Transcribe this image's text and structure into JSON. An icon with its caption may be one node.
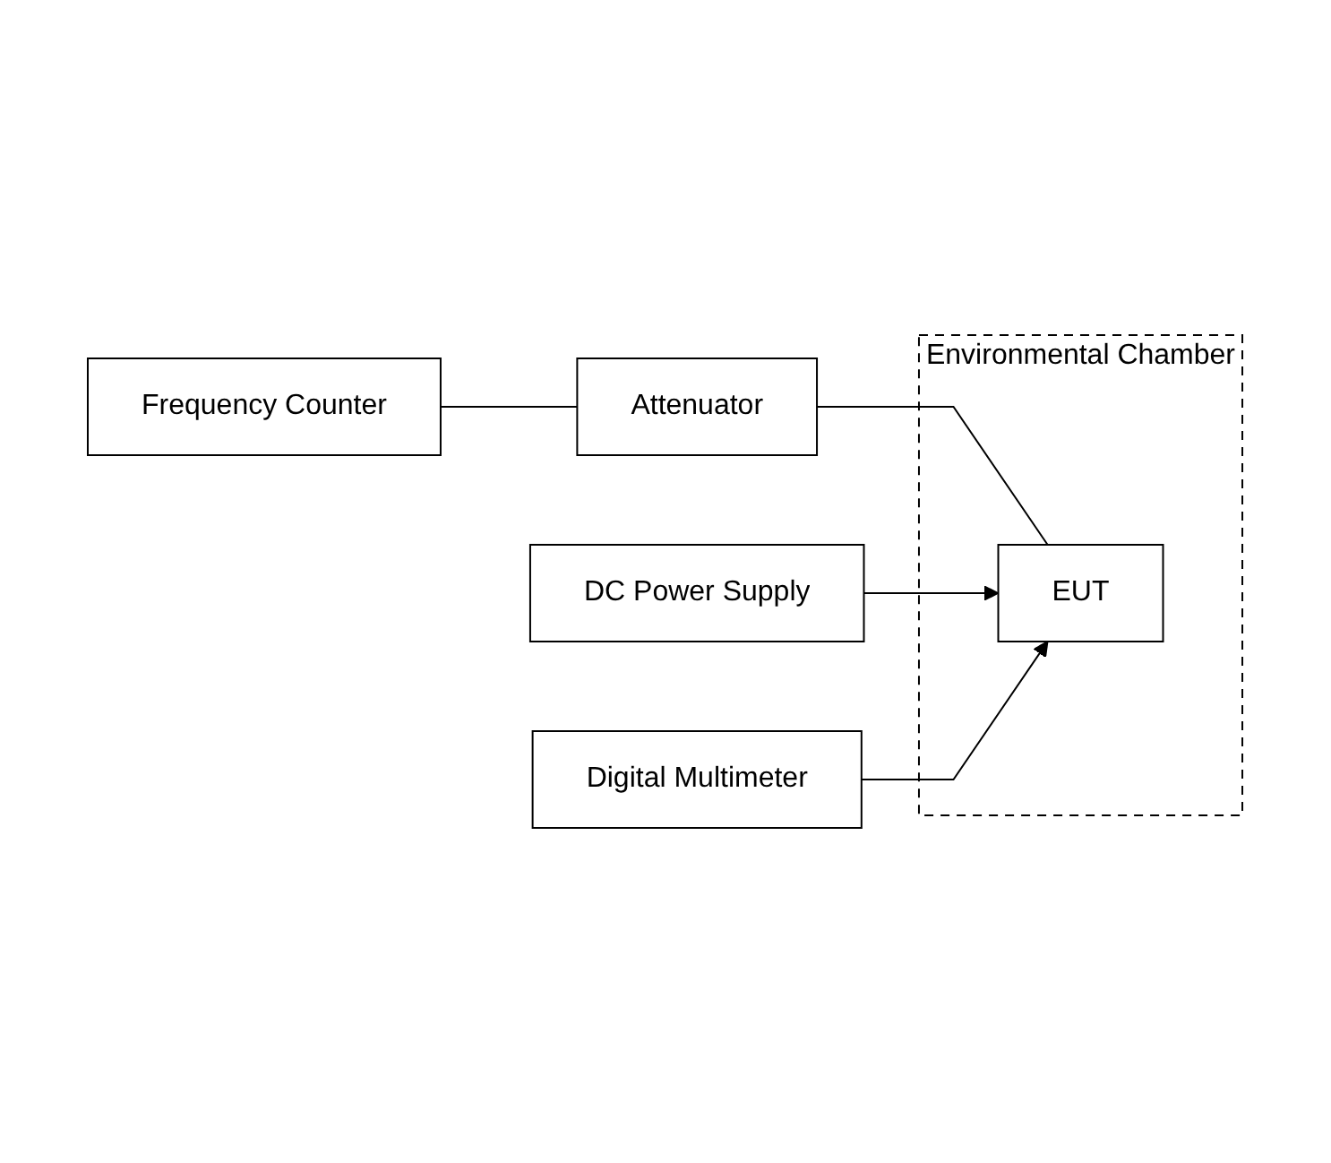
{
  "diagram": {
    "nodes": [
      {
        "text": [
          "Frequency Counter"
        ]
      },
      {
        "text": [
          "Attenuator"
        ]
      },
      {
        "text": [
          "Environmental Chamber"
        ]
      },
      {
        "text": [
          "EUT"
        ],
        "in": 2
      },
      {
        "text": [
          "DC Power Supply"
        ]
      },
      {
        "text": [
          "Digital Multimeter"
        ]
      }
    ],
    "edges": [
      {
        "from": 0,
        "to": 1,
        "arrow": "none"
      },
      {
        "from": 1,
        "to": 3,
        "arrow": "none"
      },
      {
        "from": 4,
        "to": 3,
        "arrow": "to"
      },
      {
        "from": 5,
        "to": 3,
        "arrow": "to"
      }
    ]
  }
}
